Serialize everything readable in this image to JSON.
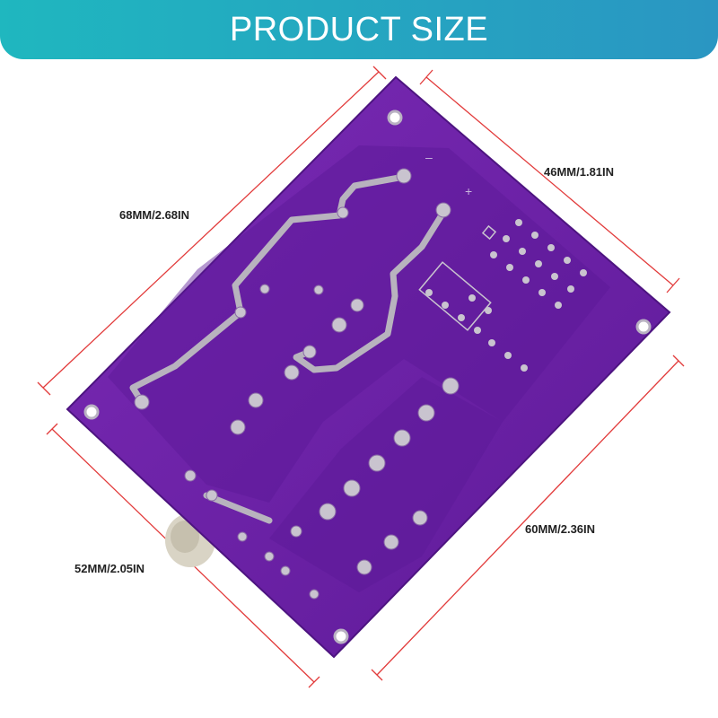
{
  "banner": {
    "title": "PRODUCT SIZE"
  },
  "dimensions": {
    "top_left_edge": "68MM/2.68IN",
    "top_right_edge": "46MM/1.81IN",
    "bottom_right_edge": "60MM/2.36IN",
    "bottom_left_edge": "52MM/2.05IN"
  },
  "board": {
    "silk_minus": "–",
    "silk_plus": "+"
  },
  "colors": {
    "banner_start": "#1fb7bf",
    "banner_end": "#2a96c2",
    "board": "#6b1fa8",
    "trace": "#b8b3be",
    "dimension_line": "#e23b3b"
  }
}
